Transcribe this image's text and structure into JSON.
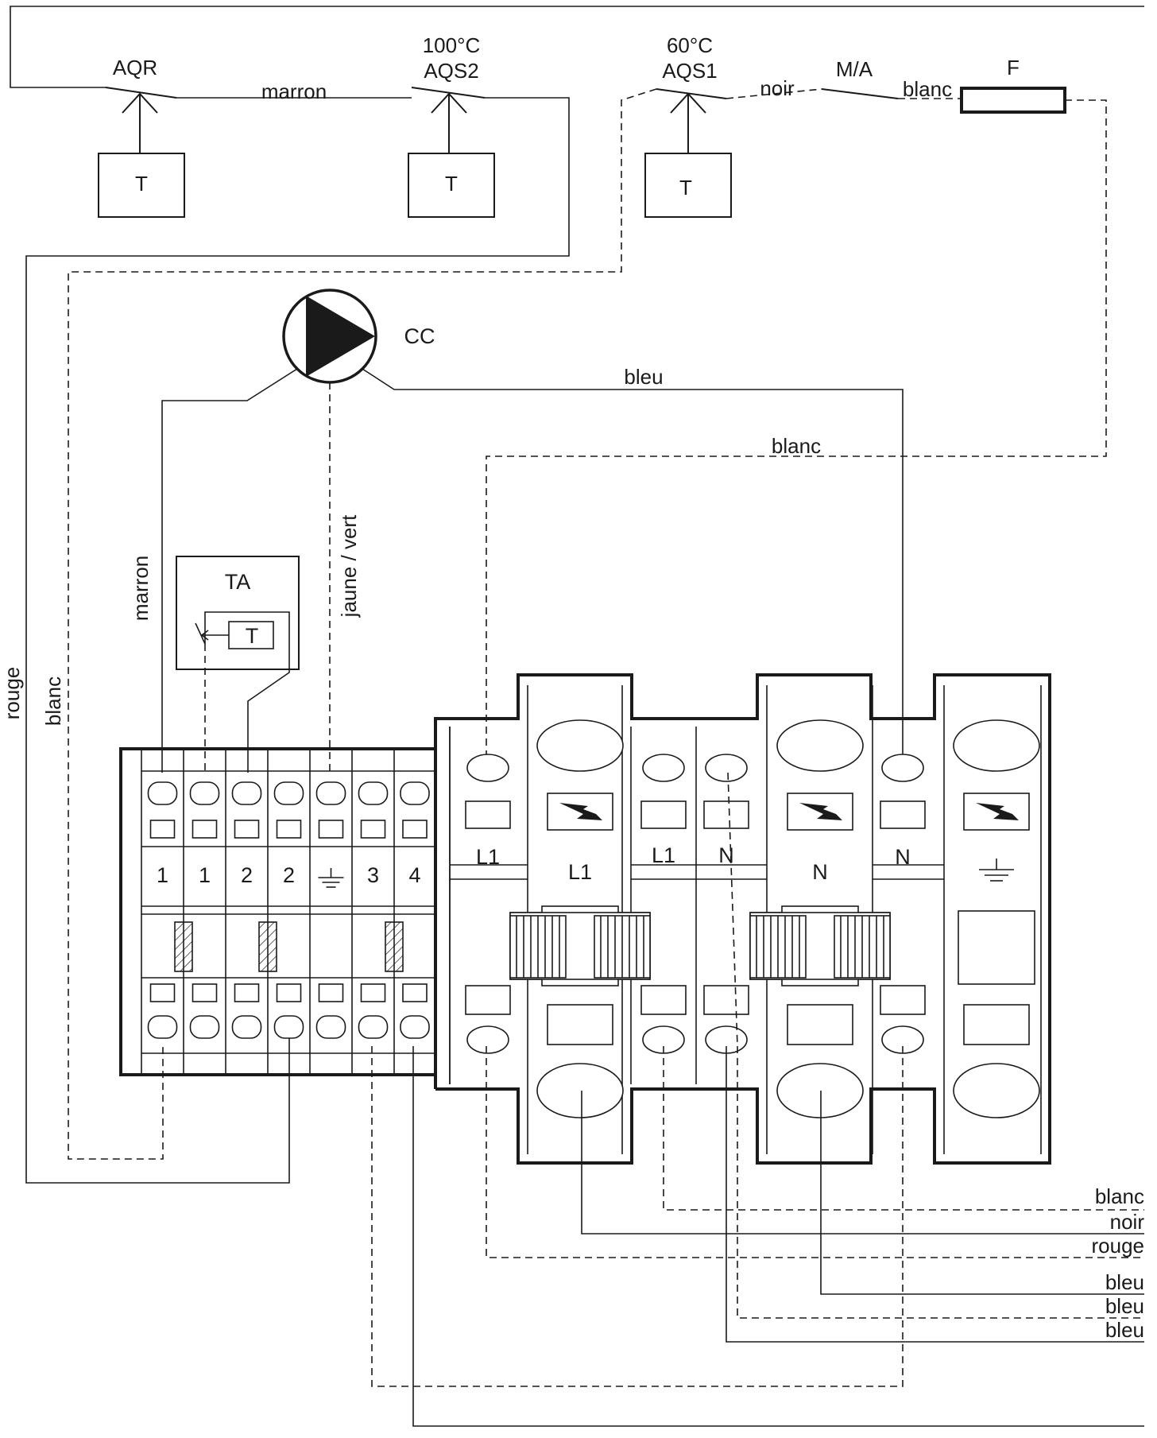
{
  "thermostats": {
    "aqr": {
      "name": "AQR",
      "sensor": "T"
    },
    "aqs2": {
      "temp": "100°C",
      "name": "AQS2",
      "sensor": "T"
    },
    "aqs1": {
      "temp": "60°C",
      "name": "AQS1",
      "sensor": "T"
    }
  },
  "switch_ma": "M/A",
  "fuse": "F",
  "pump": "CC",
  "room_thermostat": {
    "name": "TA",
    "sensor": "T"
  },
  "wire_labels": {
    "marron_top": "marron",
    "noir_top": "noir",
    "blanc_top": "blanc",
    "bleu_pump": "bleu",
    "blanc_mid": "blanc",
    "marron_vertical": "marron",
    "jaune_vert": "jaune / vert",
    "rouge_left": "rouge",
    "blanc_left": "blanc"
  },
  "terminal_block": {
    "numbers": [
      "1",
      "1",
      "2",
      "2",
      "",
      "3",
      "4"
    ]
  },
  "dist_block": {
    "labels": [
      "L1",
      "L1",
      "L1",
      "N",
      "N",
      "N"
    ]
  },
  "supply_legend": [
    "blanc",
    "noir",
    "rouge",
    "bleu",
    "bleu",
    "bleu"
  ],
  "colors": {
    "line": "#1a1a1a",
    "background": "#ffffff"
  }
}
